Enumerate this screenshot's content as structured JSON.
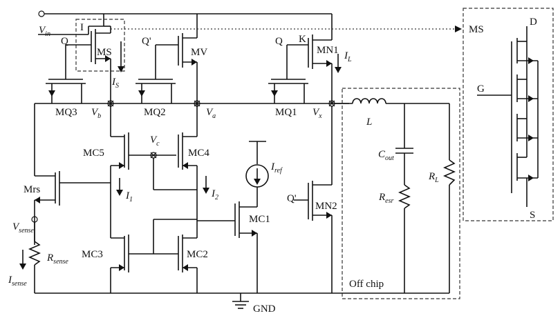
{
  "labels": {
    "vin": "V",
    "vin_sub": "in",
    "q1": "Q",
    "q_ms": "Q",
    "q_prime_mv": "Q'",
    "ms": "MS",
    "mv": "MV",
    "mn1": "MN1",
    "k": "K",
    "is": "I",
    "is_sub": "S",
    "il": "I",
    "il_sub": "L",
    "ms_right": "MS",
    "mq3": "MQ3",
    "mq2": "MQ2",
    "mq1": "MQ1",
    "vb": "V",
    "vb_sub": "b",
    "va": "V",
    "va_sub": "a",
    "vx": "V",
    "vx_sub": "x",
    "l": "L",
    "vc": "V",
    "vc_sub": "c",
    "mc5": "MC5",
    "mc4": "MC4",
    "iref": "I",
    "iref_sub": "ref",
    "cout": "C",
    "cout_sub": "out",
    "rl": "R",
    "rl_sub": "L",
    "mrs": "Mrs",
    "i1": "I",
    "i1_sub": "1",
    "i2": "I",
    "i2_sub": "2",
    "q_prime_mn2": "Q'",
    "mn2": "MN2",
    "resr": "R",
    "resr_sub": "esr",
    "mc1": "MC1",
    "vsense": "V",
    "vsense_sub": "sense",
    "rsense": "R",
    "rsense_sub": "sense",
    "isense": "I",
    "isense_sub": "sense",
    "mc3": "MC3",
    "mc2": "MC2",
    "off_chip": "Off chip",
    "gnd": "GND",
    "d": "D",
    "g": "G",
    "s": "S"
  }
}
